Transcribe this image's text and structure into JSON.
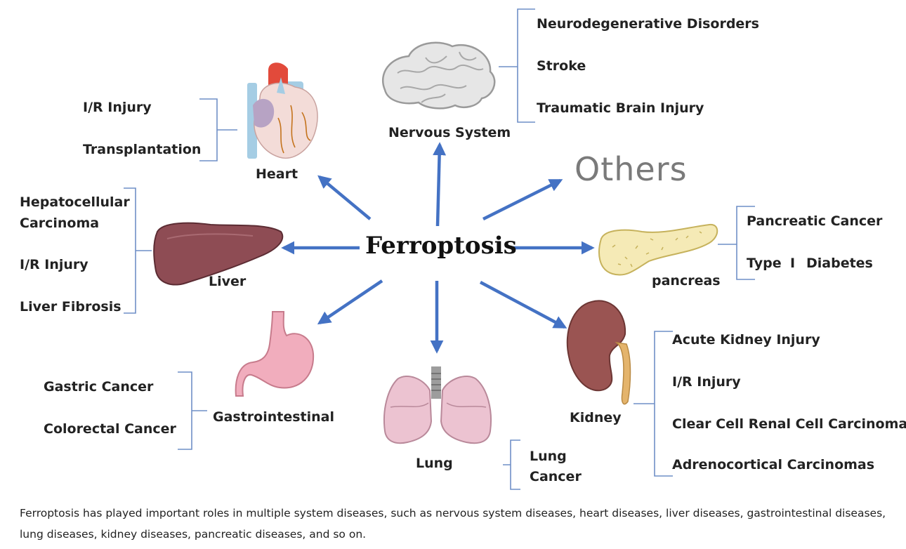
{
  "center_label": "Ferroptosis",
  "others_label": "Others",
  "organs": {
    "nervous": {
      "label": "Nervous System",
      "diseases": [
        "Neurodegenerative Disorders",
        "Stroke",
        "Traumatic Brain Injury"
      ]
    },
    "heart": {
      "label": "Heart",
      "diseases": [
        "I/R Injury",
        "Transplantation"
      ]
    },
    "liver": {
      "label": "Liver",
      "diseases": [
        "Hepatocellular",
        "Carcinoma",
        "I/R Injury",
        "Liver Fibrosis"
      ]
    },
    "pancreas": {
      "label": "pancreas",
      "diseases": [
        "Pancreatic Cancer",
        "Type",
        "Ⅰ",
        "Diabetes"
      ]
    },
    "kidney": {
      "label": "Kidney",
      "diseases": [
        "Acute Kidney Injury",
        "I/R Injury",
        "Clear Cell Renal Cell Carcinoma",
        "Adrenocortical Carcinomas"
      ]
    },
    "gastro": {
      "label": "Gastrointestinal",
      "diseases": [
        "Gastric Cancer",
        "Colorectal Cancer"
      ]
    },
    "lung": {
      "label": "Lung",
      "diseases": [
        "Lung",
        "Cancer"
      ]
    }
  },
  "caption": "Ferroptosis has played important roles in multiple system diseases, such as nervous system diseases, heart diseases, liver diseases, gastrointestinal diseases, lung diseases, kidney diseases, pancreatic diseases, and so on.",
  "colors": {
    "arrow": "#4472c4",
    "bracket": "#6f8fc7",
    "text": "#222222",
    "others": "#7a7a7a"
  }
}
